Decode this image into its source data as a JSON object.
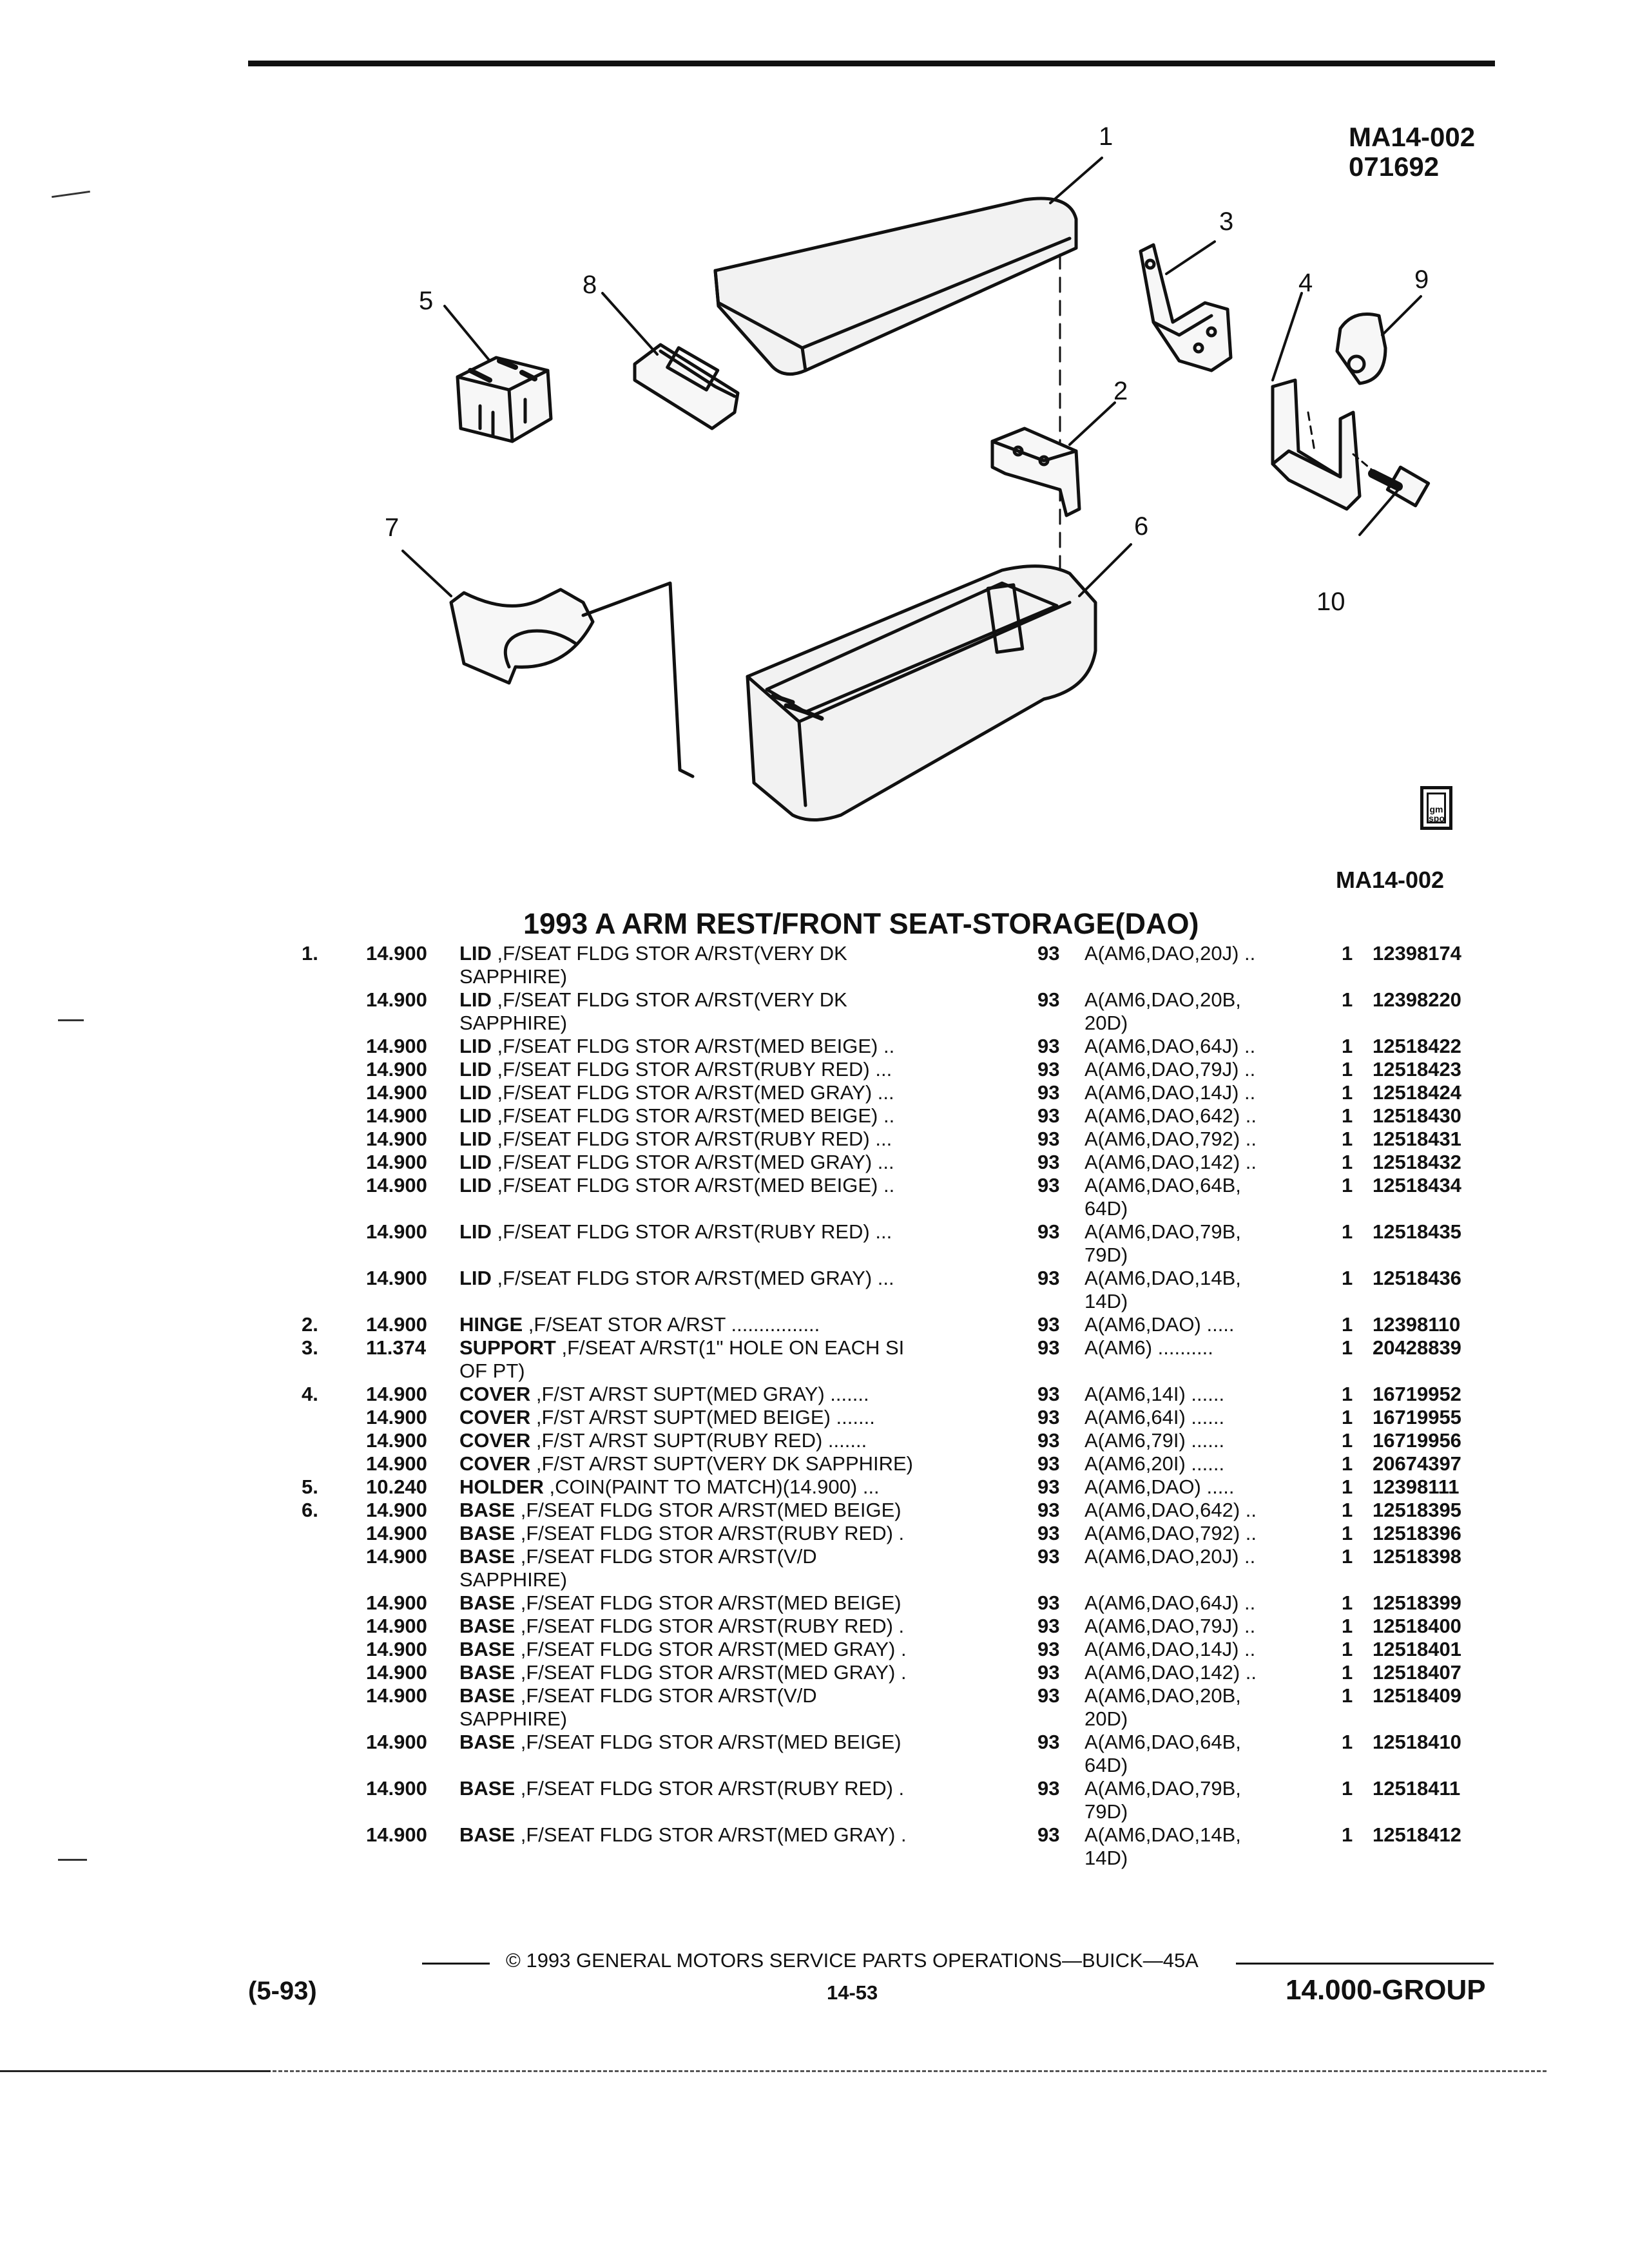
{
  "header": {
    "ref_code": "MA14-002",
    "date_code": "071692"
  },
  "callouts": [
    "1",
    "2",
    "3",
    "4",
    "5",
    "6",
    "7",
    "8",
    "9",
    "10"
  ],
  "illustration": {
    "ref_code": "MA14-002"
  },
  "logo": {
    "line1": "gm",
    "line2": "spo"
  },
  "section": {
    "title": "1993 A ARM REST/FRONT SEAT-STORAGE(DAO)"
  },
  "parts": [
    {
      "no": "1.",
      "grp": "14.900",
      "name": "LID",
      "desc": " ,F/SEAT FLDG STOR A/RST(VERY DK",
      "desc2": "SAPPHIRE)",
      "yr": "93",
      "ap": "A(AM6,DAO,20J) ..",
      "ap2": "",
      "qty": "1",
      "pn": "12398174"
    },
    {
      "no": "",
      "grp": "14.900",
      "name": "LID",
      "desc": " ,F/SEAT FLDG STOR A/RST(VERY DK",
      "desc2": "SAPPHIRE)",
      "yr": "93",
      "ap": "A(AM6,DAO,20B,",
      "ap2": "20D)",
      "qty": "1",
      "pn": "12398220"
    },
    {
      "no": "",
      "grp": "14.900",
      "name": "LID",
      "desc": " ,F/SEAT FLDG STOR A/RST(MED BEIGE)  ..",
      "desc2": "",
      "yr": "93",
      "ap": "A(AM6,DAO,64J) ..",
      "ap2": "",
      "qty": "1",
      "pn": "12518422"
    },
    {
      "no": "",
      "grp": "14.900",
      "name": "LID",
      "desc": " ,F/SEAT FLDG STOR A/RST(RUBY RED)  ...",
      "desc2": "",
      "yr": "93",
      "ap": "A(AM6,DAO,79J) ..",
      "ap2": "",
      "qty": "1",
      "pn": "12518423"
    },
    {
      "no": "",
      "grp": "14.900",
      "name": "LID",
      "desc": " ,F/SEAT FLDG STOR A/RST(MED GRAY)  ...",
      "desc2": "",
      "yr": "93",
      "ap": "A(AM6,DAO,14J) ..",
      "ap2": "",
      "qty": "1",
      "pn": "12518424"
    },
    {
      "no": "",
      "grp": "14.900",
      "name": "LID",
      "desc": " ,F/SEAT FLDG STOR A/RST(MED BEIGE)  ..",
      "desc2": "",
      "yr": "93",
      "ap": "A(AM6,DAO,642) ..",
      "ap2": "",
      "qty": "1",
      "pn": "12518430"
    },
    {
      "no": "",
      "grp": "14.900",
      "name": "LID",
      "desc": " ,F/SEAT FLDG STOR A/RST(RUBY RED)  ...",
      "desc2": "",
      "yr": "93",
      "ap": "A(AM6,DAO,792) ..",
      "ap2": "",
      "qty": "1",
      "pn": "12518431"
    },
    {
      "no": "",
      "grp": "14.900",
      "name": "LID",
      "desc": " ,F/SEAT FLDG STOR A/RST(MED GRAY)  ...",
      "desc2": "",
      "yr": "93",
      "ap": "A(AM6,DAO,142) ..",
      "ap2": "",
      "qty": "1",
      "pn": "12518432"
    },
    {
      "no": "",
      "grp": "14.900",
      "name": "LID",
      "desc": " ,F/SEAT FLDG STOR A/RST(MED BEIGE)  ..",
      "desc2": "",
      "yr": "93",
      "ap": "A(AM6,DAO,64B,",
      "ap2": "64D)",
      "qty": "1",
      "pn": "12518434"
    },
    {
      "no": "",
      "grp": "14.900",
      "name": "LID",
      "desc": " ,F/SEAT FLDG STOR A/RST(RUBY RED)  ...",
      "desc2": "",
      "yr": "93",
      "ap": "A(AM6,DAO,79B,",
      "ap2": "79D)",
      "qty": "1",
      "pn": "12518435"
    },
    {
      "no": "",
      "grp": "14.900",
      "name": "LID",
      "desc": " ,F/SEAT FLDG STOR A/RST(MED GRAY)  ...",
      "desc2": "",
      "yr": "93",
      "ap": "A(AM6,DAO,14B,",
      "ap2": "14D)",
      "qty": "1",
      "pn": "12518436"
    },
    {
      "no": "2.",
      "grp": "14.900",
      "name": "HINGE",
      "desc": " ,F/SEAT STOR A/RST  ................",
      "desc2": "",
      "yr": "93",
      "ap": "A(AM6,DAO)  .....",
      "ap2": "",
      "qty": "1",
      "pn": "12398110"
    },
    {
      "no": "3.",
      "grp": "11.374",
      "name": "SUPPORT",
      "desc": " ,F/SEAT A/RST(1\" HOLE ON EACH SI",
      "desc2": "OF PT)",
      "yr": "93",
      "ap": "A(AM6)  ..........",
      "ap2": "",
      "qty": "1",
      "pn": "20428839"
    },
    {
      "no": "4.",
      "grp": "14.900",
      "name": "COVER",
      "desc": " ,F/ST A/RST SUPT(MED GRAY)  .......",
      "desc2": "",
      "yr": "93",
      "ap": "A(AM6,14I)  ......",
      "ap2": "",
      "qty": "1",
      "pn": "16719952"
    },
    {
      "no": "",
      "grp": "14.900",
      "name": "COVER",
      "desc": " ,F/ST A/RST SUPT(MED BEIGE)  .......",
      "desc2": "",
      "yr": "93",
      "ap": "A(AM6,64I)  ......",
      "ap2": "",
      "qty": "1",
      "pn": "16719955"
    },
    {
      "no": "",
      "grp": "14.900",
      "name": "COVER",
      "desc": " ,F/ST A/RST SUPT(RUBY RED)  .......",
      "desc2": "",
      "yr": "93",
      "ap": "A(AM6,79I)  ......",
      "ap2": "",
      "qty": "1",
      "pn": "16719956"
    },
    {
      "no": "",
      "grp": "14.900",
      "name": "COVER",
      "desc": " ,F/ST A/RST SUPT(VERY DK SAPPHIRE)",
      "desc2": "",
      "yr": "93",
      "ap": "A(AM6,20I)  ......",
      "ap2": "",
      "qty": "1",
      "pn": "20674397"
    },
    {
      "no": "5.",
      "grp": "10.240",
      "name": "HOLDER",
      "desc": " ,COIN(PAINT TO MATCH)(14.900)  ...",
      "desc2": "",
      "yr": "93",
      "ap": "A(AM6,DAO)  .....",
      "ap2": "",
      "qty": "1",
      "pn": "12398111"
    },
    {
      "no": "6.",
      "grp": "14.900",
      "name": "BASE",
      "desc": " ,F/SEAT FLDG STOR A/RST(MED BEIGE)",
      "desc2": "",
      "yr": "93",
      "ap": "A(AM6,DAO,642) ..",
      "ap2": "",
      "qty": "1",
      "pn": "12518395"
    },
    {
      "no": "",
      "grp": "14.900",
      "name": "BASE",
      "desc": " ,F/SEAT FLDG STOR A/RST(RUBY RED)  .",
      "desc2": "",
      "yr": "93",
      "ap": "A(AM6,DAO,792) ..",
      "ap2": "",
      "qty": "1",
      "pn": "12518396"
    },
    {
      "no": "",
      "grp": "14.900",
      "name": "BASE",
      "desc": " ,F/SEAT FLDG STOR A/RST(V/D",
      "desc2": "SAPPHIRE)",
      "yr": "93",
      "ap": "A(AM6,DAO,20J) ..",
      "ap2": "",
      "qty": "1",
      "pn": "12518398"
    },
    {
      "no": "",
      "grp": "14.900",
      "name": "BASE",
      "desc": " ,F/SEAT FLDG STOR A/RST(MED BEIGE)",
      "desc2": "",
      "yr": "93",
      "ap": "A(AM6,DAO,64J) ..",
      "ap2": "",
      "qty": "1",
      "pn": "12518399"
    },
    {
      "no": "",
      "grp": "14.900",
      "name": "BASE",
      "desc": " ,F/SEAT FLDG STOR A/RST(RUBY RED)  .",
      "desc2": "",
      "yr": "93",
      "ap": "A(AM6,DAO,79J) ..",
      "ap2": "",
      "qty": "1",
      "pn": "12518400"
    },
    {
      "no": "",
      "grp": "14.900",
      "name": "BASE",
      "desc": " ,F/SEAT FLDG STOR A/RST(MED GRAY)  .",
      "desc2": "",
      "yr": "93",
      "ap": "A(AM6,DAO,14J) ..",
      "ap2": "",
      "qty": "1",
      "pn": "12518401"
    },
    {
      "no": "",
      "grp": "14.900",
      "name": "BASE",
      "desc": " ,F/SEAT FLDG STOR A/RST(MED GRAY)  .",
      "desc2": "",
      "yr": "93",
      "ap": "A(AM6,DAO,142) ..",
      "ap2": "",
      "qty": "1",
      "pn": "12518407"
    },
    {
      "no": "",
      "grp": "14.900",
      "name": "BASE",
      "desc": " ,F/SEAT FLDG STOR A/RST(V/D",
      "desc2": "SAPPHIRE)",
      "yr": "93",
      "ap": "A(AM6,DAO,20B,",
      "ap2": "20D)",
      "qty": "1",
      "pn": "12518409"
    },
    {
      "no": "",
      "grp": "14.900",
      "name": "BASE",
      "desc": " ,F/SEAT FLDG STOR A/RST(MED BEIGE)",
      "desc2": "",
      "yr": "93",
      "ap": "A(AM6,DAO,64B,",
      "ap2": "64D)",
      "qty": "1",
      "pn": "12518410"
    },
    {
      "no": "",
      "grp": "14.900",
      "name": "BASE",
      "desc": " ,F/SEAT FLDG STOR A/RST(RUBY RED)  .",
      "desc2": "",
      "yr": "93",
      "ap": "A(AM6,DAO,79B,",
      "ap2": "79D)",
      "qty": "1",
      "pn": "12518411"
    },
    {
      "no": "",
      "grp": "14.900",
      "name": "BASE",
      "desc": " ,F/SEAT FLDG STOR A/RST(MED GRAY)  .",
      "desc2": "",
      "yr": "93",
      "ap": "A(AM6,DAO,14B,",
      "ap2": "14D)",
      "qty": "1",
      "pn": "12518412"
    }
  ],
  "footer": {
    "copyright": "© 1993  GENERAL MOTORS SERVICE PARTS OPERATIONS—BUICK—45A",
    "left": "(5-93)",
    "center": "14-53",
    "right": "14.000-GROUP"
  }
}
